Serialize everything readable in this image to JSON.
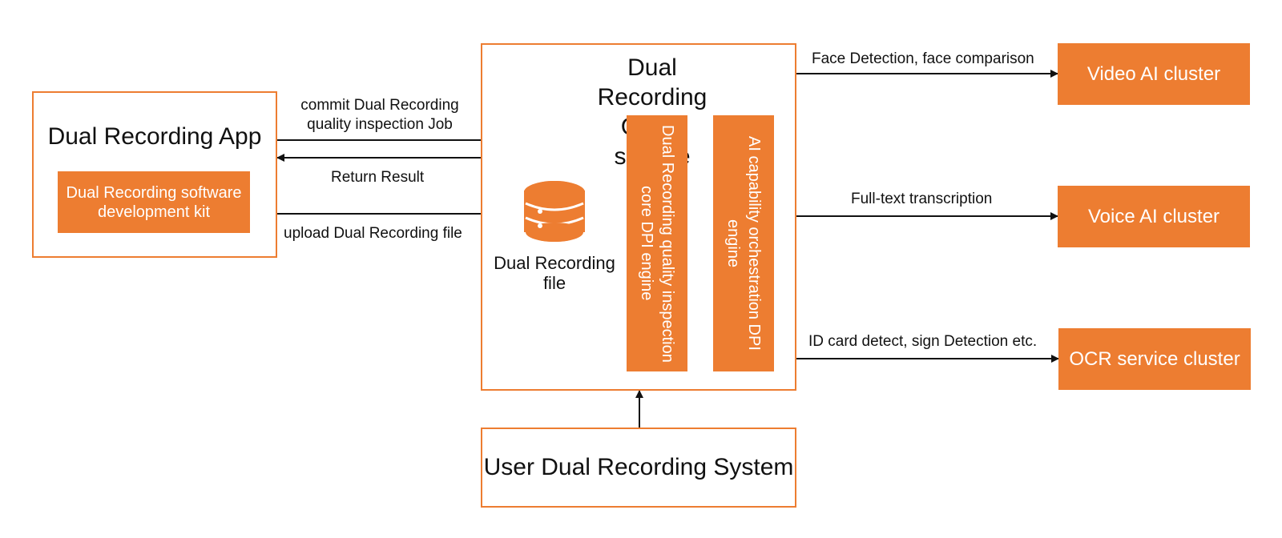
{
  "app": {
    "title": "Dual Recording App",
    "sdk_label": "Dual Recording software development kit"
  },
  "cloud": {
    "title": "Dual Recording Cloud service",
    "core_engine": "Dual Recording quality inspection core DPI engine",
    "orchestration_engine": "AI capability orchestration DPI engine",
    "file_label": "Dual Recording file"
  },
  "user_system": {
    "title": "User Dual Recording System"
  },
  "clusters": [
    {
      "label": "Video AI cluster",
      "edge": "Face Detection, face comparison"
    },
    {
      "label": "Voice AI cluster",
      "edge": "Full-text transcription"
    },
    {
      "label": "OCR service cluster",
      "edge": "ID card detect, sign Detection etc."
    }
  ],
  "edges": {
    "commit": "commit Dual Recording quality inspection Job",
    "return": "Return Result",
    "upload": "upload Dual Recording file"
  },
  "colors": {
    "accent": "#ed7d31",
    "line": "#111111"
  }
}
